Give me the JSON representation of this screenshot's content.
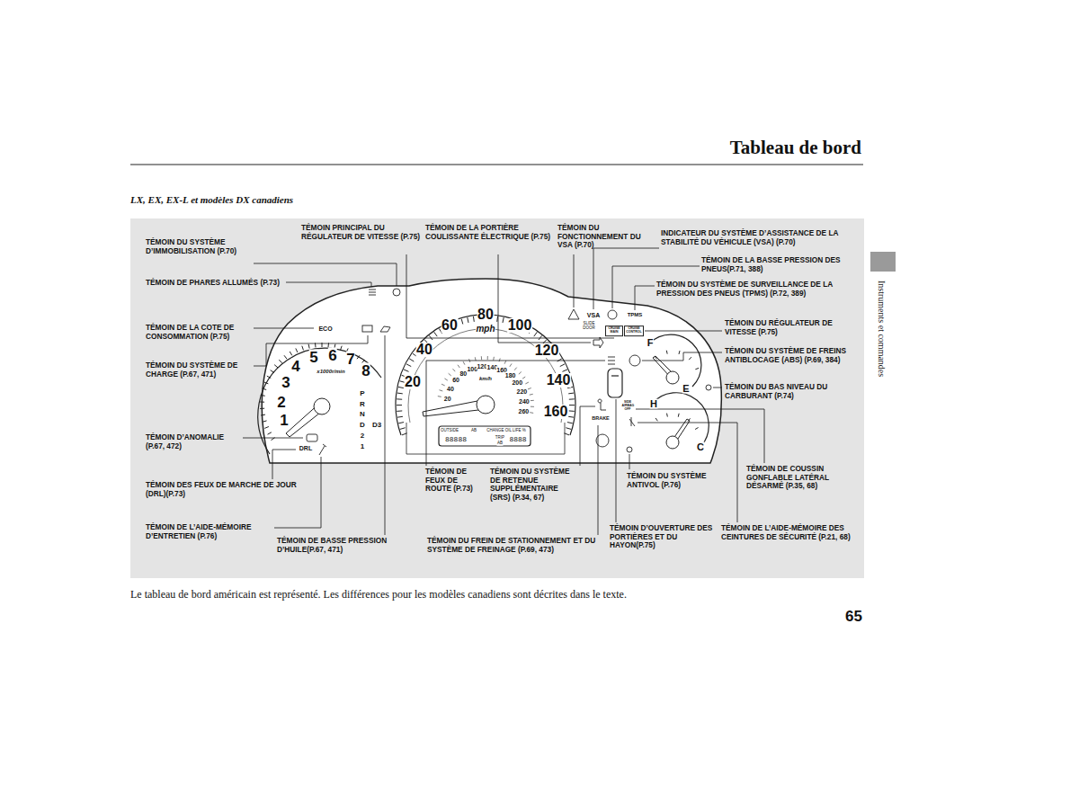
{
  "diagram": {
    "title": "Tableau de bord",
    "caption": "Le tableau de bord américain est représenté. Les différences pour les modèles canadiens sont décrites dans le texte.",
    "labels": [
      "LX, EX, EX-L et modèles DX canadiens",
      "65",
      "Instruments et commandes",
      "TÉMOIN DU SYSTÈME D’IMMOBILISATION (P.70)",
      "TÉMOIN DE PHARES ALLUMÉS (P.73)",
      "TÉMOIN DE LA COTE DE CONSOMMATION (P.75)",
      "TÉMOIN DU SYSTÈME DE CHARGE (P.67, 471)",
      "TÉMOIN D’ANOMALIE (P.67, 472)",
      "TÉMOIN DES FEUX DE MARCHE DE JOUR (DRL)(P.73)",
      "TÉMOIN DE L’AIDE-MÉMOIRE D’ENTRETIEN (P.76)",
      "TÉMOIN PRINCIPAL DU RÉGULATEUR DE VITESSE (P.75)",
      "TÉMOIN DE LA PORTIÈRE COULISSANTE ÉLECTRIQUE (P.75)",
      "TÉMOIN DU FONCTIONNEMENT DU VSA (P.70)",
      "INDICATEUR DU SYSTÈME D’ASSISTANCE DE LA STABILITÉ DU VÉHICULE (VSA) (P.70)",
      "TÉMOIN DE LA BASSE PRESSION DES PNEUS(P.71, 388)",
      "TÉMOIN DU SYSTÈME DE SURVEILLANCE DE LA PRESSION DES PNEUS (TPMS) (P.72, 389)",
      "TÉMOIN DU RÉGULATEUR DE VITESSE (P.75)",
      "TÉMOIN DU SYSTÈME DE FREINS ANTIBLOCAGE (ABS) (P.69, 384)",
      "TÉMOIN DU BAS NIVEAU DU CARBURANT (P.74)",
      "TÉMOIN DE COUSSIN GONFLABLE LATÉRAL DÉSARMÉ (P.35, 68)",
      "TÉMOIN DE L’AIDE-MÉMOIRE DES CEINTURES DE SÉCURITÉ (P.21, 68)",
      "TÉMOIN DE BASSE PRESSION D’HUILE(P.67, 471)",
      "TÉMOIN DE FEUX DE ROUTE (P.73)",
      "TÉMOIN DU SYSTÈME DE RETENUE SUPPLÉMENTAIRE (SRS) (P.34, 67)",
      "TÉMOIN DU FREIN DE STATIONNEMENT ET DU SYSTÈME DE FREINAGE (P.69, 473)",
      "TÉMOIN DU SYSTÈME ANTIVOL (P.76)",
      "TÉMOIN D’OUVERTURE DES PORTIÈRES ET DU HAYON(P.75)",
      "1",
      "2",
      "3",
      "4",
      "5",
      "6",
      "7",
      "8",
      "x1000r/min",
      "ECO",
      "P",
      "R",
      "N",
      "D",
      "D3",
      "2",
      "1",
      "DRL",
      "20",
      "40",
      "60",
      "80",
      "100",
      "120",
      "140",
      "160",
      "mph",
      "20",
      "40",
      "60",
      "80",
      "100",
      "120",
      "140",
      "160",
      "180",
      "200",
      "220",
      "240",
      "260",
      "km/h",
      "OUTSIDE",
      "AB",
      "CHANGE OIL LIFE %",
      "88888",
      "TRIP",
      "AB",
      "8888",
      "SLIDE DOOR",
      "VSA",
      "TPMS",
      "CRUISE MAIN",
      "CRUISE CONTROL",
      "F",
      "E",
      "H",
      "C",
      "BRAKE",
      "SIDE AIRBAG OFF"
    ]
  }
}
